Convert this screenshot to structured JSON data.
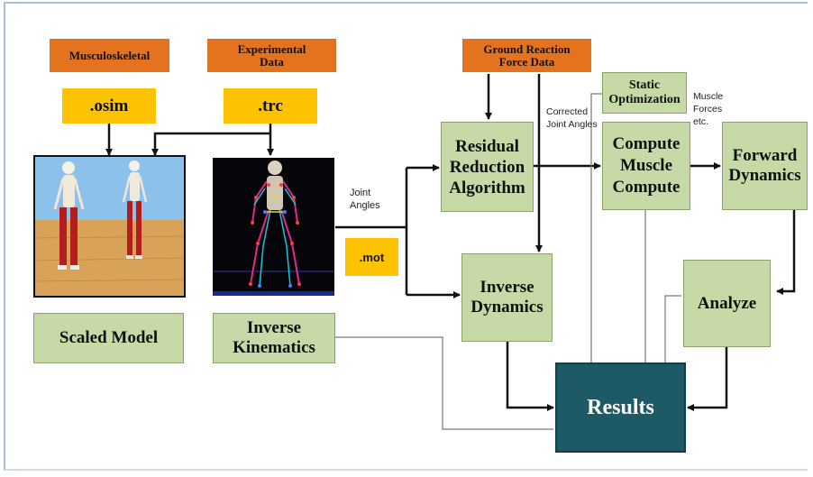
{
  "inputs": {
    "musculoskeletal": "Musculoskeletal",
    "experimental": "Experimental Data",
    "ground_reaction": "Ground Reaction Force Data"
  },
  "files": {
    "osim": ".osim",
    "trc": ".trc",
    "mot": ".mot"
  },
  "processes": {
    "scaled_model": "Scaled Model",
    "inverse_kinematics": "Inverse Kinematics",
    "residual_reduction": "Residual Reduction Algorithm",
    "inverse_dynamics": "Inverse Dynamics",
    "static_optimization": "Static Optimization",
    "compute_muscle": "Compute Muscle Compute",
    "forward_dynamics": "Forward Dynamics",
    "analyze": "Analyze",
    "results": "Results"
  },
  "labels": {
    "joint_angles": "Joint Angles",
    "corrected_joint_angles": "Corrected Joint Angles",
    "muscle_forces": "Muscle Forces etc."
  },
  "colors": {
    "input_box": "#e3731f",
    "file_box": "#fec300",
    "process_box": "#c6d9a6",
    "results_box": "#1d5a66"
  }
}
